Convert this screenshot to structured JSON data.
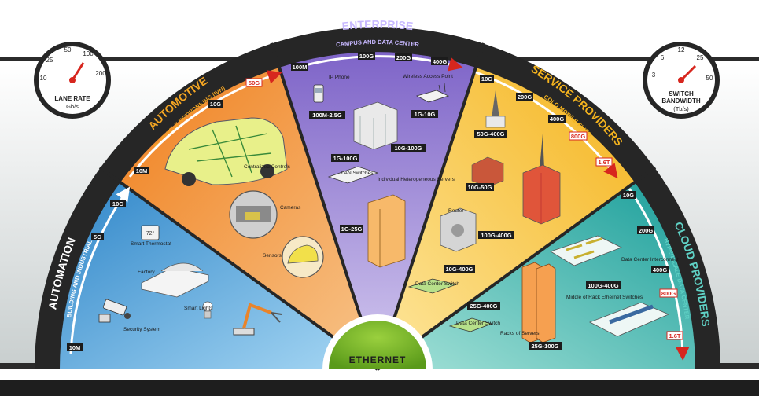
{
  "gauges": {
    "lane_rate": {
      "title": "LANE RATE",
      "unit": "Gb/s",
      "ticks": [
        "10",
        "25",
        "50",
        "100",
        "200"
      ],
      "value": "100"
    },
    "switch_bandwidth": {
      "title": "SWITCH",
      "title2": "BANDWIDTH",
      "unit": "(Tb/s)",
      "ticks": [
        "3",
        "6",
        "12",
        "25",
        "50"
      ],
      "value": "25"
    }
  },
  "center": {
    "label": "ETHERNET"
  },
  "segments": {
    "automation": {
      "title": "AUTOMATION",
      "subtitle": "BUILDING AND INDUSTRIAL",
      "speeds": [
        "10M",
        "5G",
        "10G"
      ],
      "items": [
        "Smart Thermostat",
        "Factory",
        "Security System",
        "Smart Lights"
      ]
    },
    "automotive": {
      "title": "AUTOMOTIVE",
      "subtitle": "IN VEHICLE NETWORKING (IVN)",
      "speeds": [
        "10M",
        "10G",
        "50G"
      ],
      "items": [
        "Centralized Controls",
        "Cameras",
        "Sensors"
      ]
    },
    "enterprise": {
      "title": "ENTERPRISE",
      "subtitle": "CAMPUS AND DATA CENTER",
      "speeds": [
        "100M",
        "100G",
        "200G",
        "400G"
      ],
      "items": [
        "IP Phone",
        "Wireless Access Point",
        "LAN Switches",
        "Individual Heterogeneous Servers"
      ],
      "tags": [
        "100M-2.5G",
        "1G-10G",
        "10G-100G",
        "1G-100G",
        "1G-25G"
      ]
    },
    "service": {
      "title": "SERVICE PROVIDERS",
      "subtitle": "COLO  MOBILE  FIXED",
      "speeds": [
        "10G",
        "200G",
        "400G",
        "800G",
        "1.6T"
      ],
      "items": [
        "Router",
        "Data Center Switch"
      ],
      "tags": [
        "50G-400G",
        "10G-50G",
        "100G-400G",
        "10G-400G"
      ]
    },
    "cloud": {
      "title": "CLOUD PROVIDERS",
      "subtitle": "HYPERSCALE DATA CENTER",
      "speeds": [
        "10G",
        "200G",
        "400G",
        "800G",
        "1.6T"
      ],
      "items": [
        "Data Center Interconnect",
        "Middle of Rack Ethernet Switches",
        "Data Center Switch",
        "Racks of Servers"
      ],
      "tags": [
        "100G-400G",
        "25G-400G",
        "25G-100G"
      ]
    }
  }
}
